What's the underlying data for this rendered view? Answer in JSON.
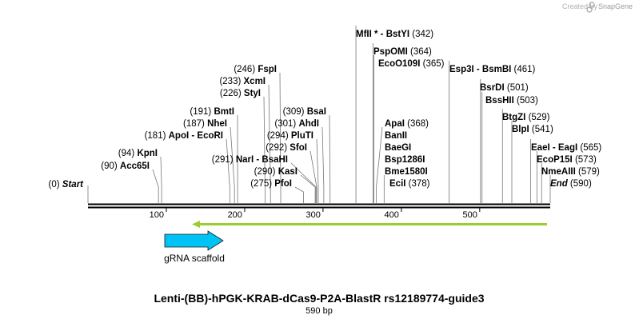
{
  "credit": {
    "created_by": "Created by",
    "brand": "SnapGene"
  },
  "map": {
    "length": 590,
    "ruler_ticks": [
      "100",
      "200",
      "300",
      "400",
      "500"
    ],
    "sites": [
      {
        "name": "Start",
        "pos": 0,
        "italic": true,
        "show_pos": "(0)"
      },
      {
        "name": "Acc65I",
        "pos": 90,
        "show_pos": "(90)"
      },
      {
        "name": "KpnI",
        "pos": 94,
        "show_pos": "(94)"
      },
      {
        "name": "ApoI  -  EcoRI",
        "pos": 181,
        "show_pos": "(181)"
      },
      {
        "name": "NheI",
        "pos": 187,
        "show_pos": "(187)"
      },
      {
        "name": "BmtI",
        "pos": 191,
        "show_pos": "(191)"
      },
      {
        "name": "NarI  -  BsaHI",
        "pos": 291,
        "show_pos": "(291)"
      },
      {
        "name": "StyI",
        "pos": 226,
        "show_pos": "(226)"
      },
      {
        "name": "XcmI",
        "pos": 233,
        "show_pos": "(233)"
      },
      {
        "name": "FspI",
        "pos": 246,
        "show_pos": "(246)"
      },
      {
        "name": "PfoI",
        "pos": 275,
        "show_pos": "(275)"
      },
      {
        "name": "KasI",
        "pos": 290,
        "show_pos": "(290)"
      },
      {
        "name": "SfoI",
        "pos": 292,
        "show_pos": "(292)"
      },
      {
        "name": "PluTI",
        "pos": 294,
        "show_pos": "(294)"
      },
      {
        "name": "AhdI",
        "pos": 301,
        "show_pos": "(301)"
      },
      {
        "name": "BsaI",
        "pos": 309,
        "show_pos": "(309)"
      },
      {
        "name": "MfII * - BstYI",
        "pos": 342,
        "show_pos": "(342)"
      },
      {
        "name": "PspOMI",
        "pos": 364,
        "show_pos": "(364)"
      },
      {
        "name": "EcoO109I",
        "pos": 365,
        "show_pos": "(365)"
      },
      {
        "name": "ApaI",
        "pos": 368,
        "show_pos": "(368)"
      },
      {
        "name": "BanII",
        "pos": 368,
        "show_pos": ""
      },
      {
        "name": "BaeGI",
        "pos": 368,
        "show_pos": ""
      },
      {
        "name": "Bsp1286I",
        "pos": 368,
        "show_pos": ""
      },
      {
        "name": "Bme1580I",
        "pos": 368,
        "show_pos": ""
      },
      {
        "name": "EciI",
        "pos": 378,
        "show_pos": "(378)"
      },
      {
        "name": "Esp3I  -  BsmBI",
        "pos": 461,
        "show_pos": "(461)"
      },
      {
        "name": "BsrDI",
        "pos": 501,
        "show_pos": "(501)"
      },
      {
        "name": "BssHII",
        "pos": 503,
        "show_pos": "(503)"
      },
      {
        "name": "BtgZI",
        "pos": 529,
        "show_pos": "(529)"
      },
      {
        "name": "BlpI",
        "pos": 541,
        "show_pos": "(541)"
      },
      {
        "name": "EaeI  -  EagI",
        "pos": 565,
        "show_pos": "(565)"
      },
      {
        "name": "EcoP15I",
        "pos": 573,
        "show_pos": "(573)"
      },
      {
        "name": "NmeAIII",
        "pos": 579,
        "show_pos": "(579)"
      },
      {
        "name": "End",
        "pos": 590,
        "italic": true,
        "show_pos": "(590)"
      }
    ],
    "features": [
      {
        "name": "gRNA scaffold",
        "color": "#00c3f5"
      }
    ],
    "primer_color": "#9acd32"
  },
  "footer": {
    "title": "Lenti-(BB)-hPGK-KRAB-dCas9-P2A-BlastR rs12189774-guide3",
    "length": "590 bp"
  }
}
